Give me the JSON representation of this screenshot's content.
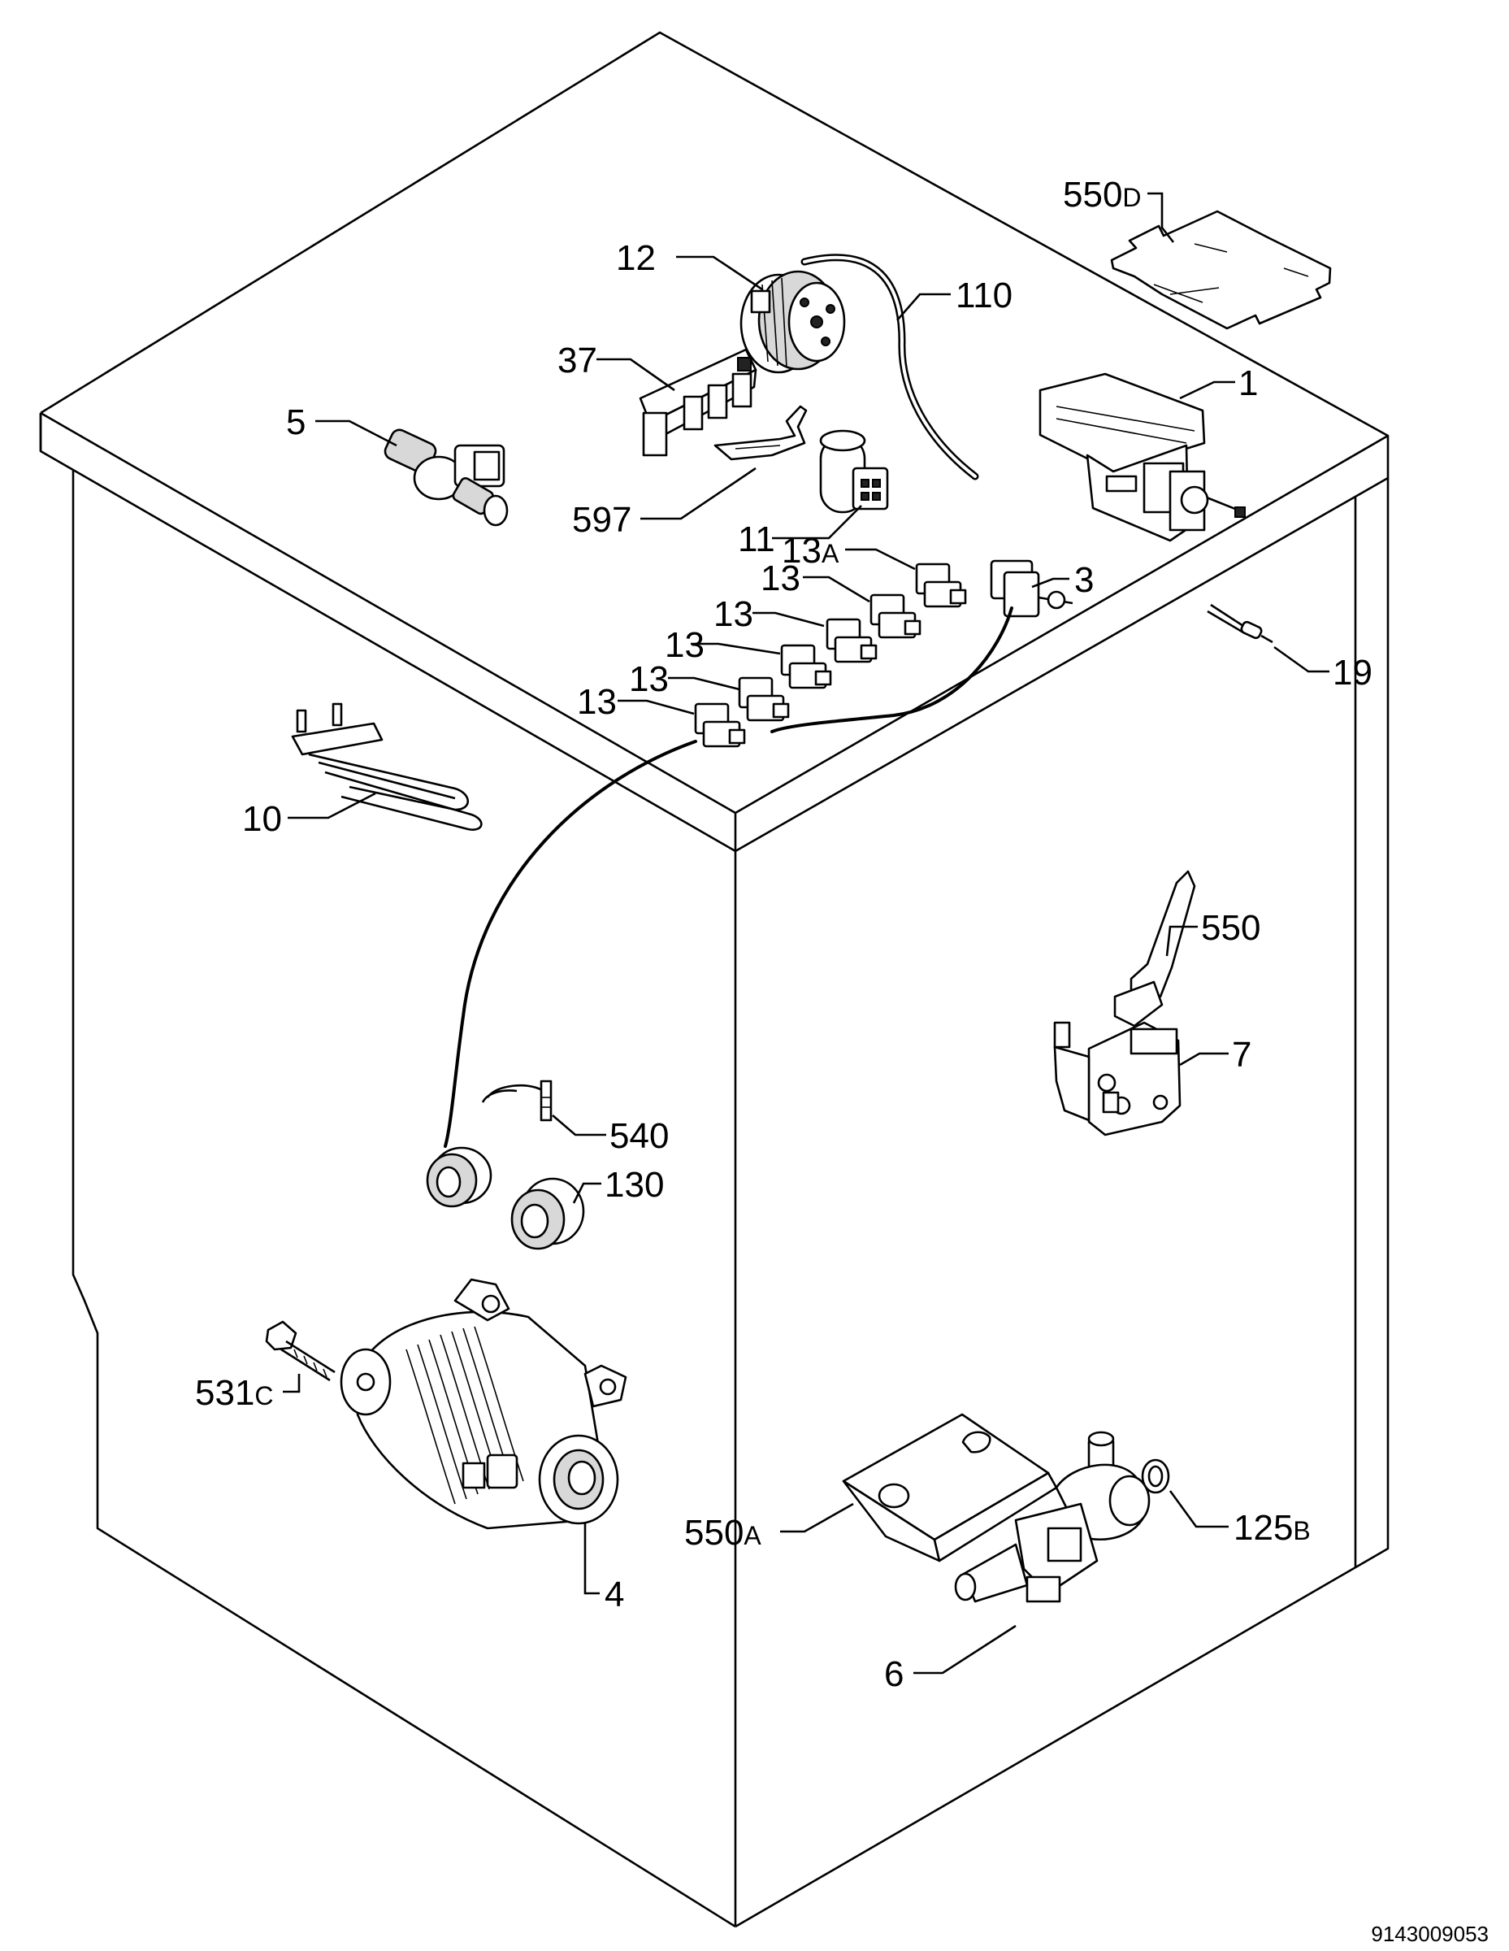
{
  "document_number": "9143009053",
  "callouts": {
    "c550d": {
      "num": "550",
      "suffix": "D"
    },
    "c12": {
      "num": "12"
    },
    "c110": {
      "num": "110"
    },
    "c37": {
      "num": "37"
    },
    "c5": {
      "num": "5"
    },
    "c1": {
      "num": "1"
    },
    "c597": {
      "num": "597"
    },
    "c11": {
      "num": "11"
    },
    "c13a": {
      "num": "13",
      "suffix": "A"
    },
    "c3": {
      "num": "3"
    },
    "c13_1": {
      "num": "13"
    },
    "c13_2": {
      "num": "13"
    },
    "c13_3": {
      "num": "13"
    },
    "c13_4": {
      "num": "13"
    },
    "c13_5": {
      "num": "13"
    },
    "c19": {
      "num": "19"
    },
    "c10": {
      "num": "10"
    },
    "c550": {
      "num": "550"
    },
    "c7": {
      "num": "7"
    },
    "c540": {
      "num": "540"
    },
    "c130": {
      "num": "130"
    },
    "c531c": {
      "num": "531",
      "suffix": "C"
    },
    "c4": {
      "num": "4"
    },
    "c550a": {
      "num": "550",
      "suffix": "A"
    },
    "c125b": {
      "num": "125",
      "suffix": "B"
    },
    "c6": {
      "num": "6"
    }
  }
}
